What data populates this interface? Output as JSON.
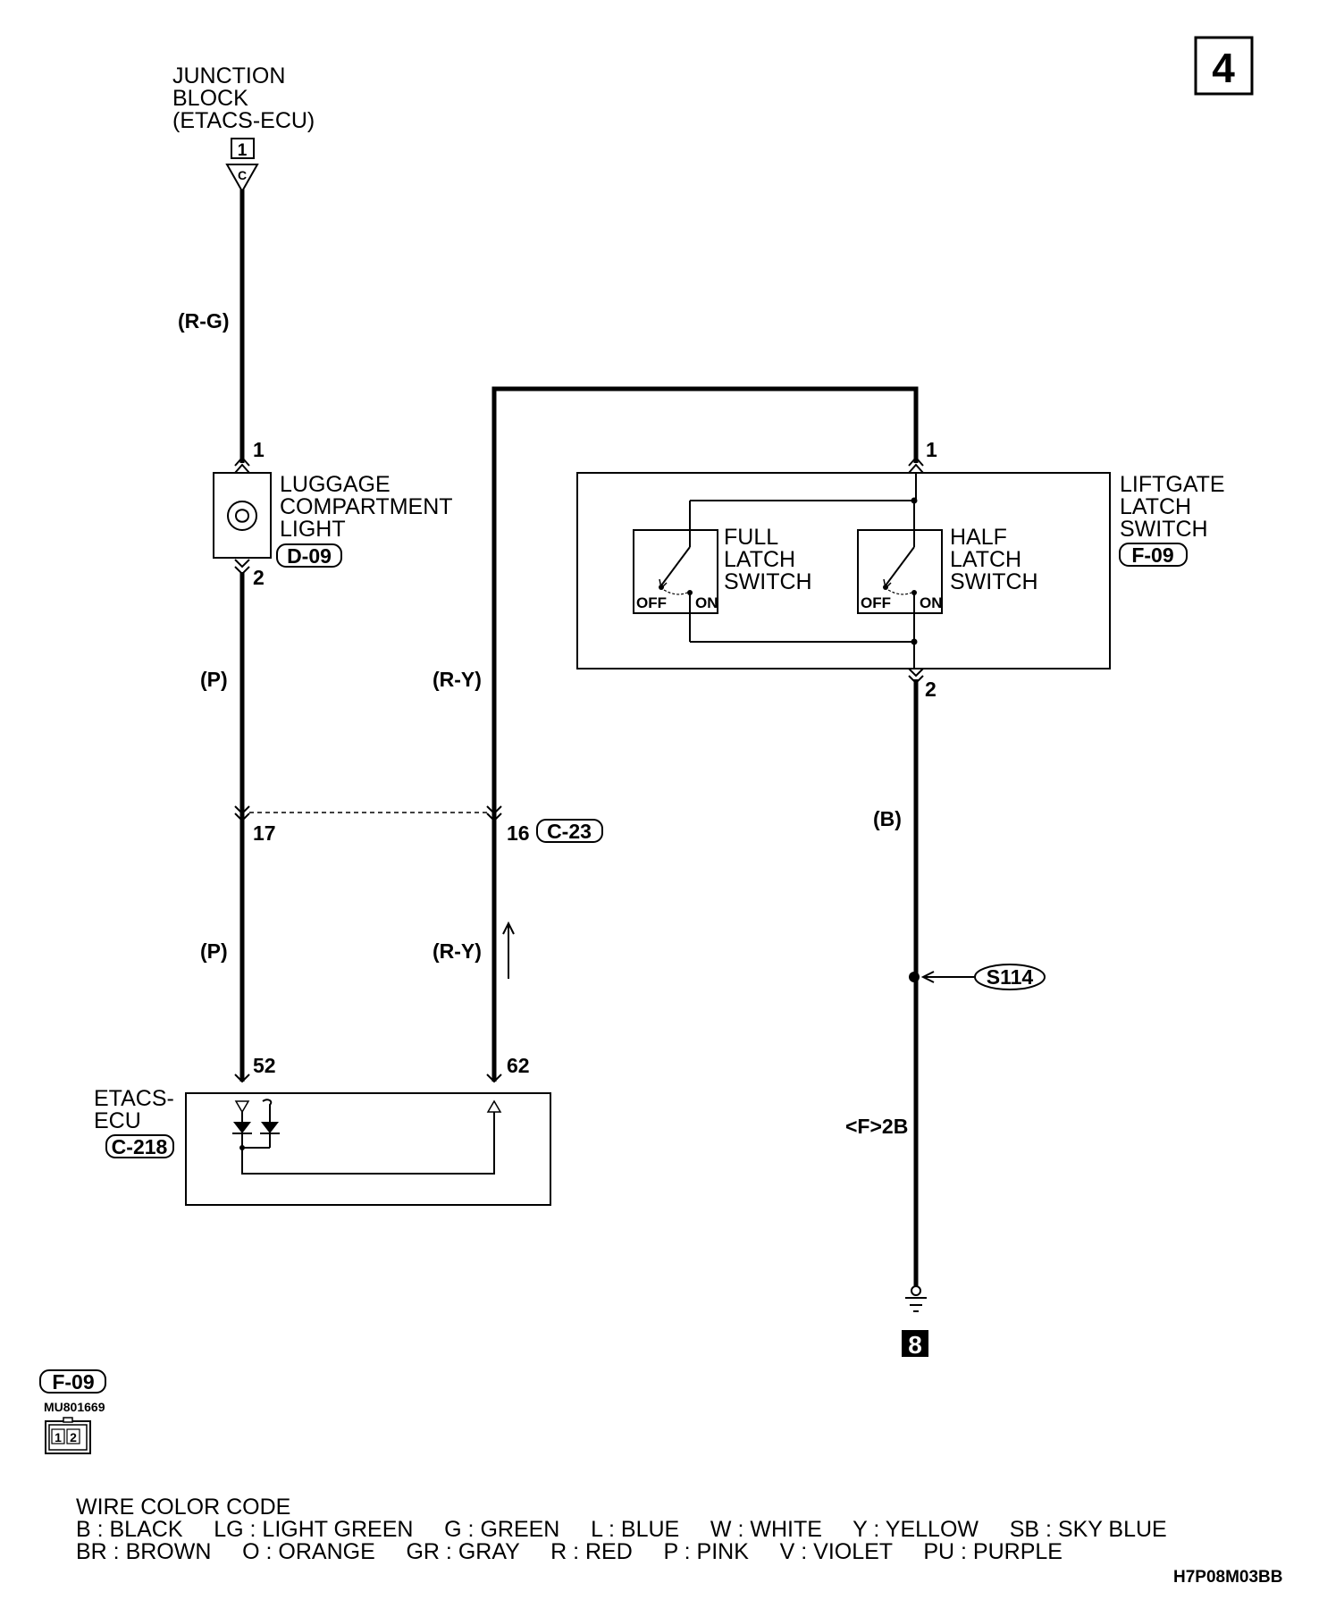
{
  "page_number": "4",
  "diagram_code": "H7P08M03BB",
  "junction_block": {
    "lines": [
      "JUNCTION",
      "BLOCK",
      "(ETACS-ECU)"
    ],
    "connector_box": "1",
    "connector_letter": "C"
  },
  "wire_colors": {
    "rg": "(R-G)",
    "p_upper": "(P)",
    "p_lower": "(P)",
    "ry_upper": "(R-Y)",
    "ry_lower": "(R-Y)",
    "b": "(B)",
    "f2b": "<F>2B"
  },
  "pins": {
    "light_1": "1",
    "light_2": "2",
    "switch_1": "1",
    "switch_2": "2",
    "c23_17": "17",
    "c23_16": "16",
    "ecu_52": "52",
    "ecu_62": "62"
  },
  "luggage_light": {
    "lines": [
      "LUGGAGE",
      "COMPARTMENT",
      "LIGHT"
    ],
    "connector": "D-09"
  },
  "connector_c23": "C-23",
  "liftgate_switch": {
    "lines": [
      "LIFTGATE",
      "LATCH",
      "SWITCH"
    ],
    "connector": "F-09"
  },
  "full_latch": {
    "lines": [
      "FULL",
      "LATCH",
      "SWITCH"
    ],
    "off": "OFF",
    "on": "ON"
  },
  "half_latch": {
    "lines": [
      "HALF",
      "LATCH",
      "SWITCH"
    ],
    "off": "OFF",
    "on": "ON"
  },
  "etacs_ecu": {
    "lines": [
      "ETACS-",
      "ECU"
    ],
    "connector": "C-218"
  },
  "splice": "S114",
  "ground_number": "8",
  "connector_view": {
    "name": "F-09",
    "part_no": "MU801669",
    "pin_1": "1",
    "pin_2": "2"
  },
  "wire_color_code": {
    "title": "WIRE COLOR CODE",
    "row1": "B : BLACK     LG : LIGHT GREEN     G : GREEN     L : BLUE     W : WHITE     Y : YELLOW     SB : SKY BLUE",
    "row2": "BR : BROWN     O : ORANGE     GR : GRAY     R : RED     P : PINK     V : VIOLET     PU : PURPLE"
  }
}
